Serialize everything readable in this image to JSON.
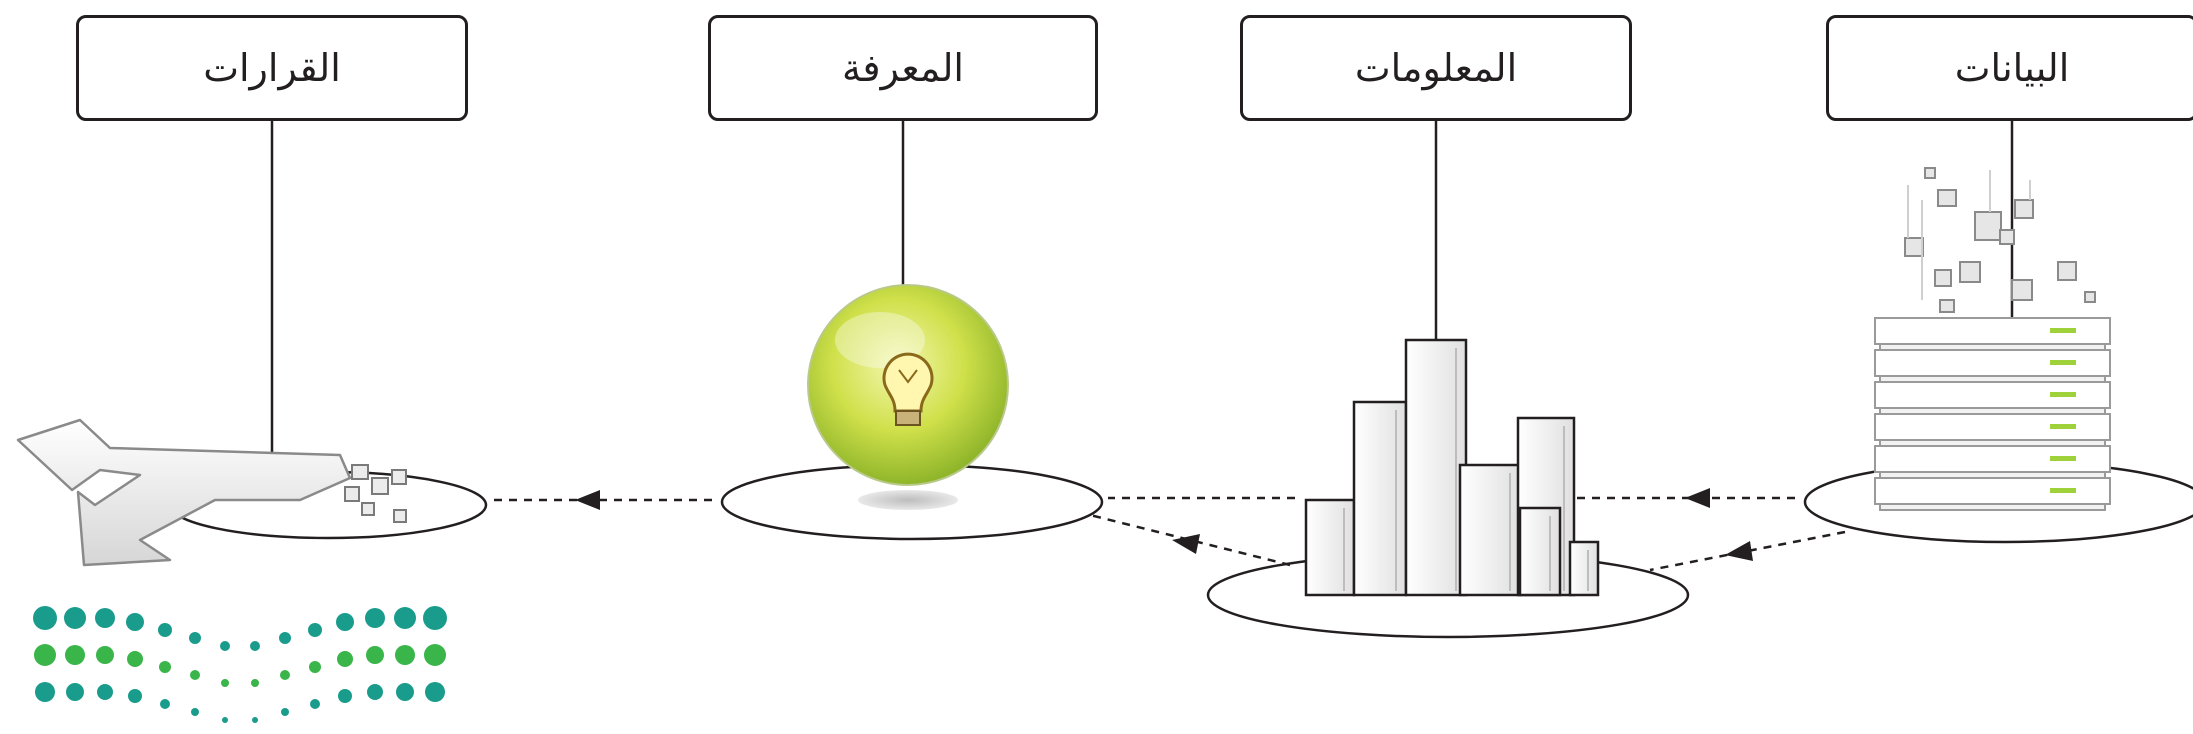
{
  "stages": [
    {
      "id": "data",
      "label": "البيانات"
    },
    {
      "id": "information",
      "label": "المعلومات"
    },
    {
      "id": "knowledge",
      "label": "المعرفة"
    },
    {
      "id": "decisions",
      "label": "القرارات"
    }
  ],
  "colors": {
    "ink": "#231f20",
    "bulb_green": "#b5d334",
    "logo_teal": "#1a9c8c",
    "logo_green": "#39b54a",
    "server_accent": "#9fd13b"
  },
  "icons": [
    "server-stack-icon",
    "bar-chart-icon",
    "lightbulb-icon",
    "diverging-arrow-icon",
    "ministry-logo-icon"
  ]
}
